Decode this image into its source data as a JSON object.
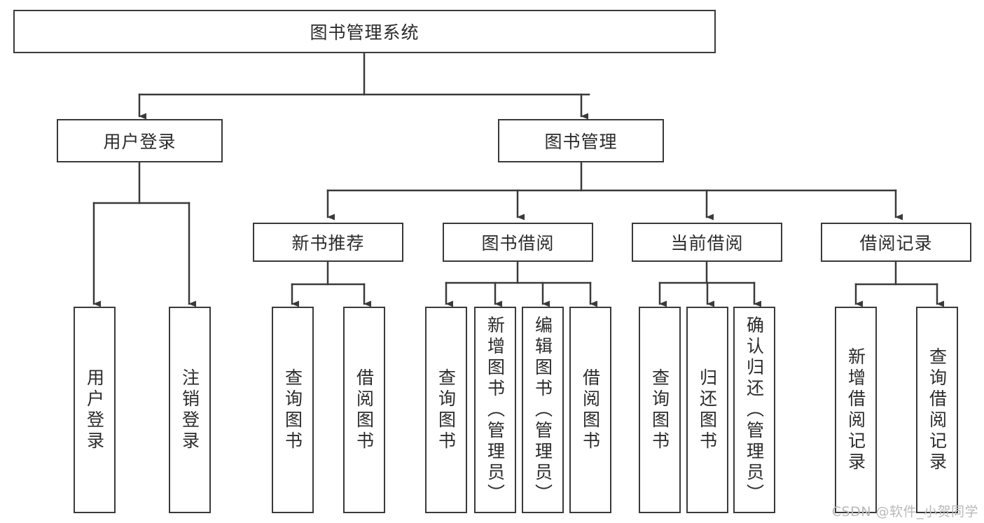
{
  "diagram": {
    "type": "hierarchy-tree",
    "title": "图书管理系统",
    "watermark": "CSDN @软件_小贺同学",
    "colors": {
      "box_border": "#3a3a3a",
      "connector": "#3a3a3a",
      "background": "#ffffff",
      "text": "#2b2b2b",
      "watermark": "#b9b9b9"
    },
    "levels": {
      "root": {
        "label": "图书管理系统"
      },
      "level2": [
        {
          "label": "用户登录"
        },
        {
          "label": "图书管理"
        }
      ],
      "level3": [
        {
          "label": "新书推荐"
        },
        {
          "label": "图书借阅"
        },
        {
          "label": "当前借阅"
        },
        {
          "label": "借阅记录"
        }
      ],
      "leaves": {
        "user_login": [
          {
            "label": "用户登录"
          },
          {
            "label": "注销登录"
          }
        ],
        "new_book_recommend": [
          {
            "label": "查询图书"
          },
          {
            "label": "借阅图书"
          }
        ],
        "book_borrow": [
          {
            "label": "查询图书"
          },
          {
            "label": "新增图书（管理员）"
          },
          {
            "label": "编辑图书（管理员）"
          },
          {
            "label": "借阅图书"
          }
        ],
        "current_borrow": [
          {
            "label": "查询图书"
          },
          {
            "label": "归还图书"
          },
          {
            "label": "确认归还（管理员）"
          }
        ],
        "borrow_record": [
          {
            "label": "新增借阅记录"
          },
          {
            "label": "查询借阅记录"
          }
        ]
      }
    }
  }
}
